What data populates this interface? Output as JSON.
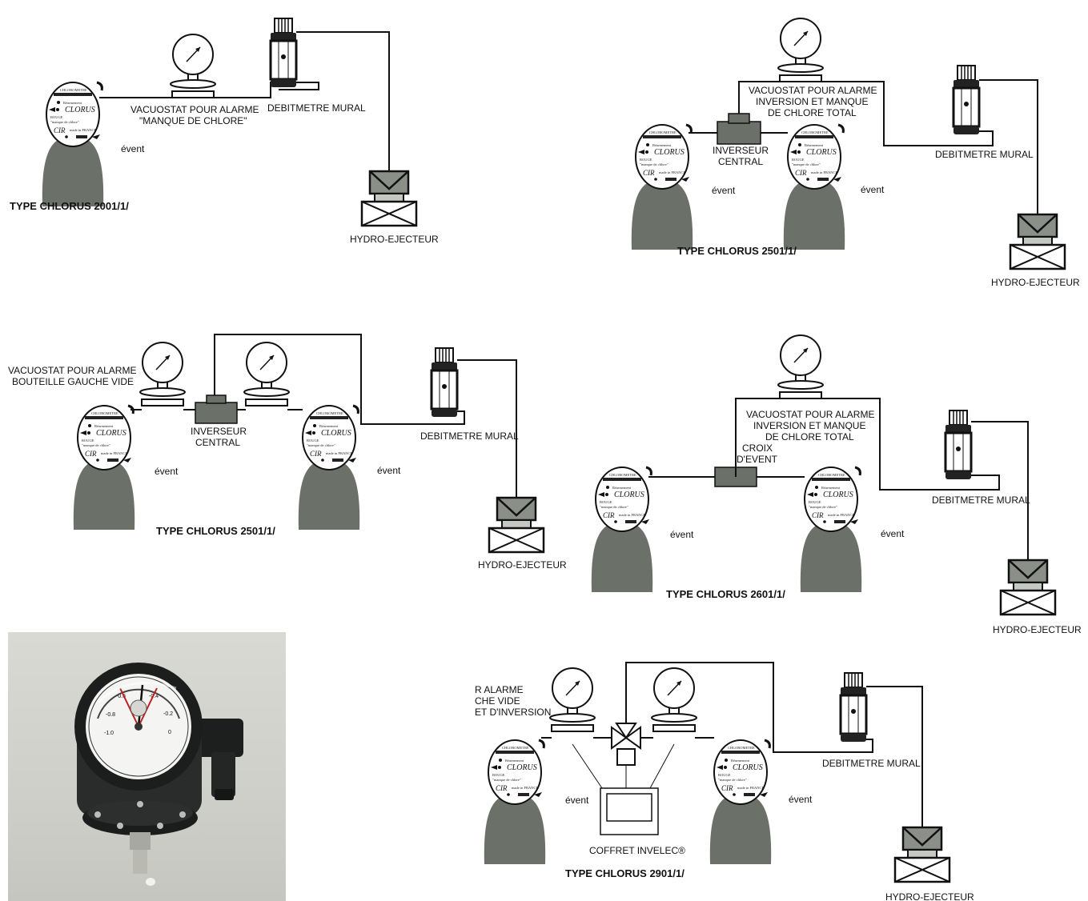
{
  "labels": {
    "vacuostat_chlore": "VACUOSTAT POUR ALARME",
    "vacuostat_chlore_2": "\"MANQUE DE CHLORE\"",
    "debitmetre": "DEBITMETRE MURAL",
    "hydro": "HYDRO-EJECTEUR",
    "event": "évent",
    "inverseur": "INVERSEUR",
    "central": "CENTRAL",
    "vac_inv_1": "VACUOSTAT POUR ALARME",
    "vac_inv_2": "INVERSION ET MANQUE",
    "vac_inv_3": "DE CHLORE TOTAL",
    "vac_gauche_1": "VACUOSTAT POUR ALARME",
    "vac_gauche_2": "BOUTEILLE GAUCHE VIDE",
    "croix_1": "CROIX",
    "croix_2": "D'EVENT",
    "cut_1": "R ALARME",
    "cut_2": "CHE VIDE",
    "cut_3": "ET D'INVERSION",
    "coffret": "COFFRET INVELEC®"
  },
  "titles": {
    "t1": "TYPE CHLORUS 2001/1/",
    "t2": "TYPE CHLORUS 2501/1/",
    "t3": "TYPE CHLORUS 2501/1/",
    "t4": "TYPE CHLORUS 2601/1/",
    "t5": "TYPE CHLORUS 2901/1/"
  },
  "regulator": {
    "top": "CHLOROMETRE",
    "rearm": "Réarmement",
    "brand": "CLORUS",
    "rouge": "ROUGE",
    "manque": "\"manque de chlore\"",
    "cir": "CIR",
    "made": "made in FRANCE"
  },
  "gauge_scale": {
    "marks": [
      "-1.0",
      "-0.8",
      "-0.6",
      "-0.4",
      "-0.2",
      "0"
    ]
  },
  "colors": {
    "cylinder": "#6b7068",
    "ejector_fill": "#8a8f88",
    "line": "#111111"
  }
}
